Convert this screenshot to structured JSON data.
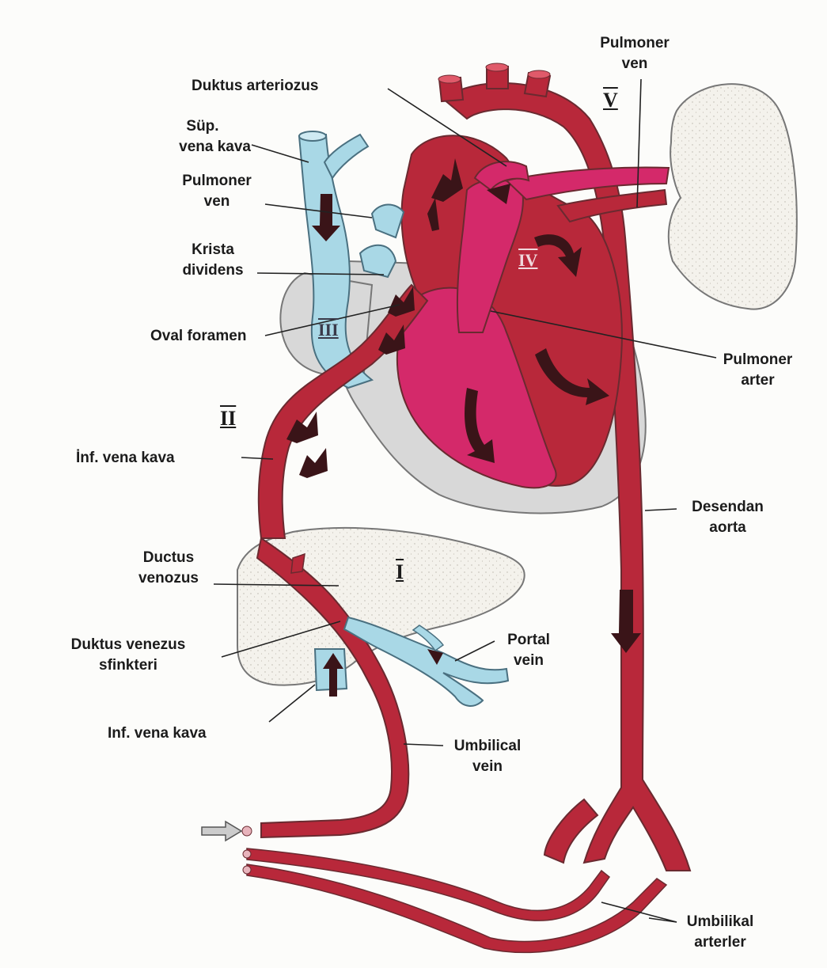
{
  "colors": {
    "oxygenated_red": "#b8283a",
    "mixed_pink": "#d4296a",
    "venous_blue": "#a9d8e6",
    "pericardium_grey": "#d8d8d8",
    "organ_fill": "#f2f0ea",
    "arrow": "#3a1418",
    "outline": "#6a2a30"
  },
  "labels": {
    "pulmoner_ven_top": [
      "Pulmoner",
      "ven"
    ],
    "duktus_arteriozus": "Duktus arteriozus",
    "sup_vena_kava": [
      "Süp.",
      "vena kava"
    ],
    "pulmoner_ven_left": [
      "Pulmoner",
      "ven"
    ],
    "krista_dividens": [
      "Krista",
      "dividens"
    ],
    "oval_foramen": "Oval foramen",
    "pulmoner_arter": [
      "Pulmoner",
      "arter"
    ],
    "inf_vena_kava_upper": "İnf. vena kava",
    "desendan_aorta": [
      "Desendan",
      "aorta"
    ],
    "ductus_venozus": [
      "Ductus",
      "venozus"
    ],
    "duktus_venezus_sfinkteri": [
      "Duktus venezus",
      "sfinkteri"
    ],
    "portal_vein": [
      "Portal",
      "vein"
    ],
    "inf_vena_kava_lower": "Inf. vena kava",
    "umbilical_vein": [
      "Umbilical",
      "vein"
    ],
    "umbilikal_arterler": [
      "Umbilikal",
      "arterler"
    ]
  },
  "roman_numerals": {
    "I": "I",
    "II": "II",
    "III": "III",
    "IV": "IV",
    "V": "V"
  }
}
